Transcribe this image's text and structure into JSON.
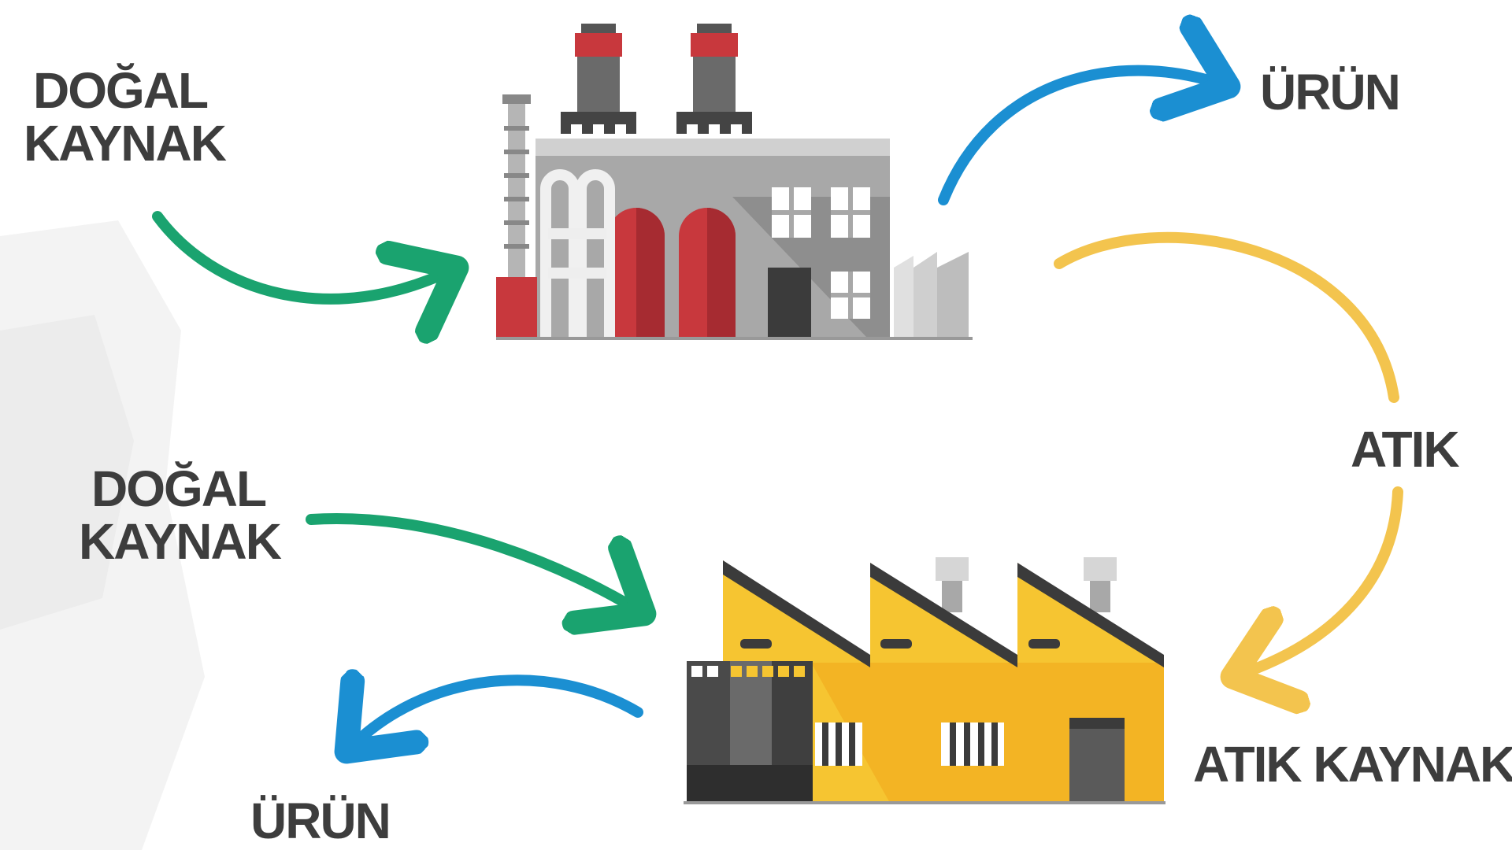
{
  "top": {
    "input_label_line1": "DOĞAL",
    "input_label_line2": "KAYNAK",
    "output_label": "ÜRÜN",
    "waste_label": "ATIK"
  },
  "bottom": {
    "input_label_line1": "DOĞAL",
    "input_label_line2": "KAYNAK",
    "waste_input_label": "ATIK KAYNAK",
    "output_label": "ÜRÜN"
  },
  "colors": {
    "natural_resource_arrow": "#1aa36f",
    "product_arrow": "#1b8fd2",
    "waste_arrow": "#f3c44e",
    "label_text": "#3d3d3d",
    "factory_red": "#c8383d",
    "factory_gray": "#8e8e8e",
    "factory_yellow": "#f6c531"
  },
  "icons": [
    "power-plant-icon",
    "yellow-factory-icon"
  ]
}
